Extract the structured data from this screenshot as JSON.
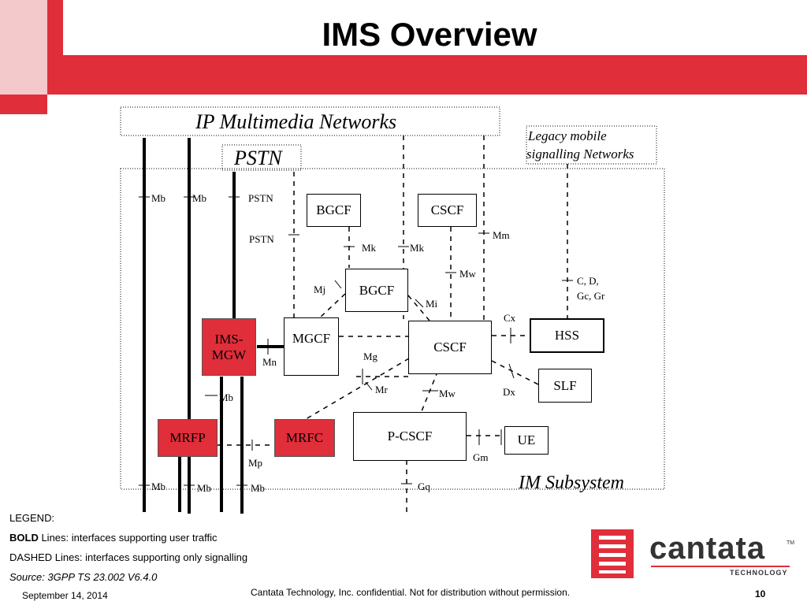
{
  "title": "IMS Overview",
  "headers": {
    "ip_networks": "IP Multimedia Networks",
    "legacy": [
      "Legacy mobile",
      "signalling Networks"
    ],
    "pstn": "PSTN",
    "im_subsystem": "IM Subsystem"
  },
  "nodes": {
    "bgcf_top": "BGCF",
    "cscf_top": "CSCF",
    "bgcf": "BGCF",
    "ims_mgw": [
      "IMS-",
      "MGW"
    ],
    "mgcf": "MGCF",
    "cscf": "CSCF",
    "hss": "HSS",
    "slf": "SLF",
    "p_cscf": "P-CSCF",
    "ue": "UE",
    "mrfp": "MRFP",
    "mrfc": "MRFC"
  },
  "interfaces": {
    "mb1": "Mb",
    "mb2": "Mb",
    "pstn1": "PSTN",
    "pstn2": "PSTN",
    "mk1": "Mk",
    "mk2": "Mk",
    "mm": "Mm",
    "mw1": "Mw",
    "cdgcgr": [
      "C, D,",
      "Gc, Gr"
    ],
    "mj": "Mj",
    "mi": "Mi",
    "cx": "Cx",
    "mn": "Mn",
    "mg": "Mg",
    "mr": "Mr",
    "mw2": "Mw",
    "dx": "Dx",
    "mb3": "Mb",
    "mp": "Mp",
    "gm": "Gm",
    "mb4": "Mb",
    "mb5": "Mb",
    "mb6": "Mb",
    "gq": "Gq"
  },
  "legend": {
    "heading": "LEGEND:",
    "bold_word": "BOLD",
    "bold_rest": " Lines: interfaces supporting user traffic",
    "dashed": "DASHED Lines: interfaces supporting only signalling",
    "source": "Source: 3GPP TS 23.002 V6.4.0"
  },
  "footer": {
    "date": "September 14, 2014",
    "confidential": "Cantata Technology, Inc. confidential. Not for distribution without permission.",
    "page": "10"
  },
  "logo": {
    "name": "cantata",
    "sub": "TECHNOLOGY",
    "tm": "TM"
  },
  "colors": {
    "red": "#e02e3a",
    "black": "#000000"
  }
}
